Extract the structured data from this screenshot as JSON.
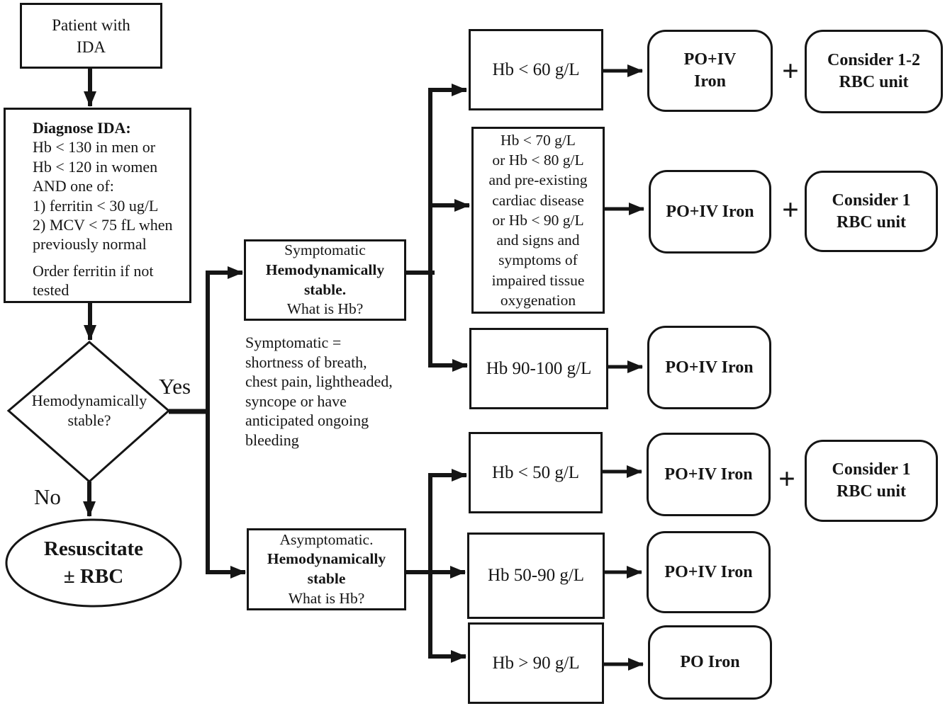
{
  "colors": {
    "ink": "#151515",
    "background": "#ffffff"
  },
  "labels": {
    "yes": "Yes",
    "no": "No",
    "plus": "+"
  },
  "nodes": {
    "patient": {
      "lines": [
        "Patient with",
        "IDA"
      ]
    },
    "diagnose": {
      "title": "Diagnose IDA:",
      "lines": [
        "Hb < 130 in men or",
        "Hb < 120 in women",
        "AND one of:",
        "1) ferritin < 30 ug/L",
        "2) MCV < 75 fL when",
        "previously normal"
      ],
      "footer_lines": [
        "Order ferritin if not",
        "tested"
      ]
    },
    "decision": {
      "lines": [
        "Hemodynamically",
        "stable?"
      ]
    },
    "resuscitate": {
      "lines": [
        "Resuscitate",
        "± RBC"
      ]
    },
    "symptomatic": {
      "lines": [
        "Symptomatic",
        "Hemodynamically",
        "stable.",
        "What is Hb?"
      ]
    },
    "symptomatic_note": {
      "lines": [
        "Symptomatic =",
        "shortness of breath,",
        "chest pain, lightheaded,",
        "syncope or have",
        "anticipated ongoing",
        "bleeding"
      ]
    },
    "asymptomatic": {
      "lines": [
        "Asymptomatic.",
        "Hemodynamically",
        "stable",
        "What is Hb?"
      ]
    },
    "hb60": "Hb < 60 g/L",
    "hb70": {
      "lines": [
        "Hb < 70 g/L",
        "or  Hb < 80 g/L",
        "and pre-existing",
        "cardiac disease",
        "or Hb < 90 g/L",
        "and signs and",
        "symptoms of",
        "impaired tissue",
        "oxygenation"
      ]
    },
    "hb90_100": "Hb 90-100 g/L",
    "hb50": "Hb < 50 g/L",
    "hb50_90": "Hb 50-90 g/L",
    "hb_gt90": "Hb > 90 g/L",
    "outcome_po_iv_2line": {
      "lines": [
        "PO+IV",
        "Iron"
      ]
    },
    "outcome_po_iv": "PO+IV Iron",
    "outcome_po": "PO Iron",
    "consider_1_2": {
      "lines": [
        "Consider 1-2",
        "RBC unit"
      ]
    },
    "consider_1": {
      "lines": [
        "Consider 1",
        "RBC unit"
      ]
    }
  }
}
